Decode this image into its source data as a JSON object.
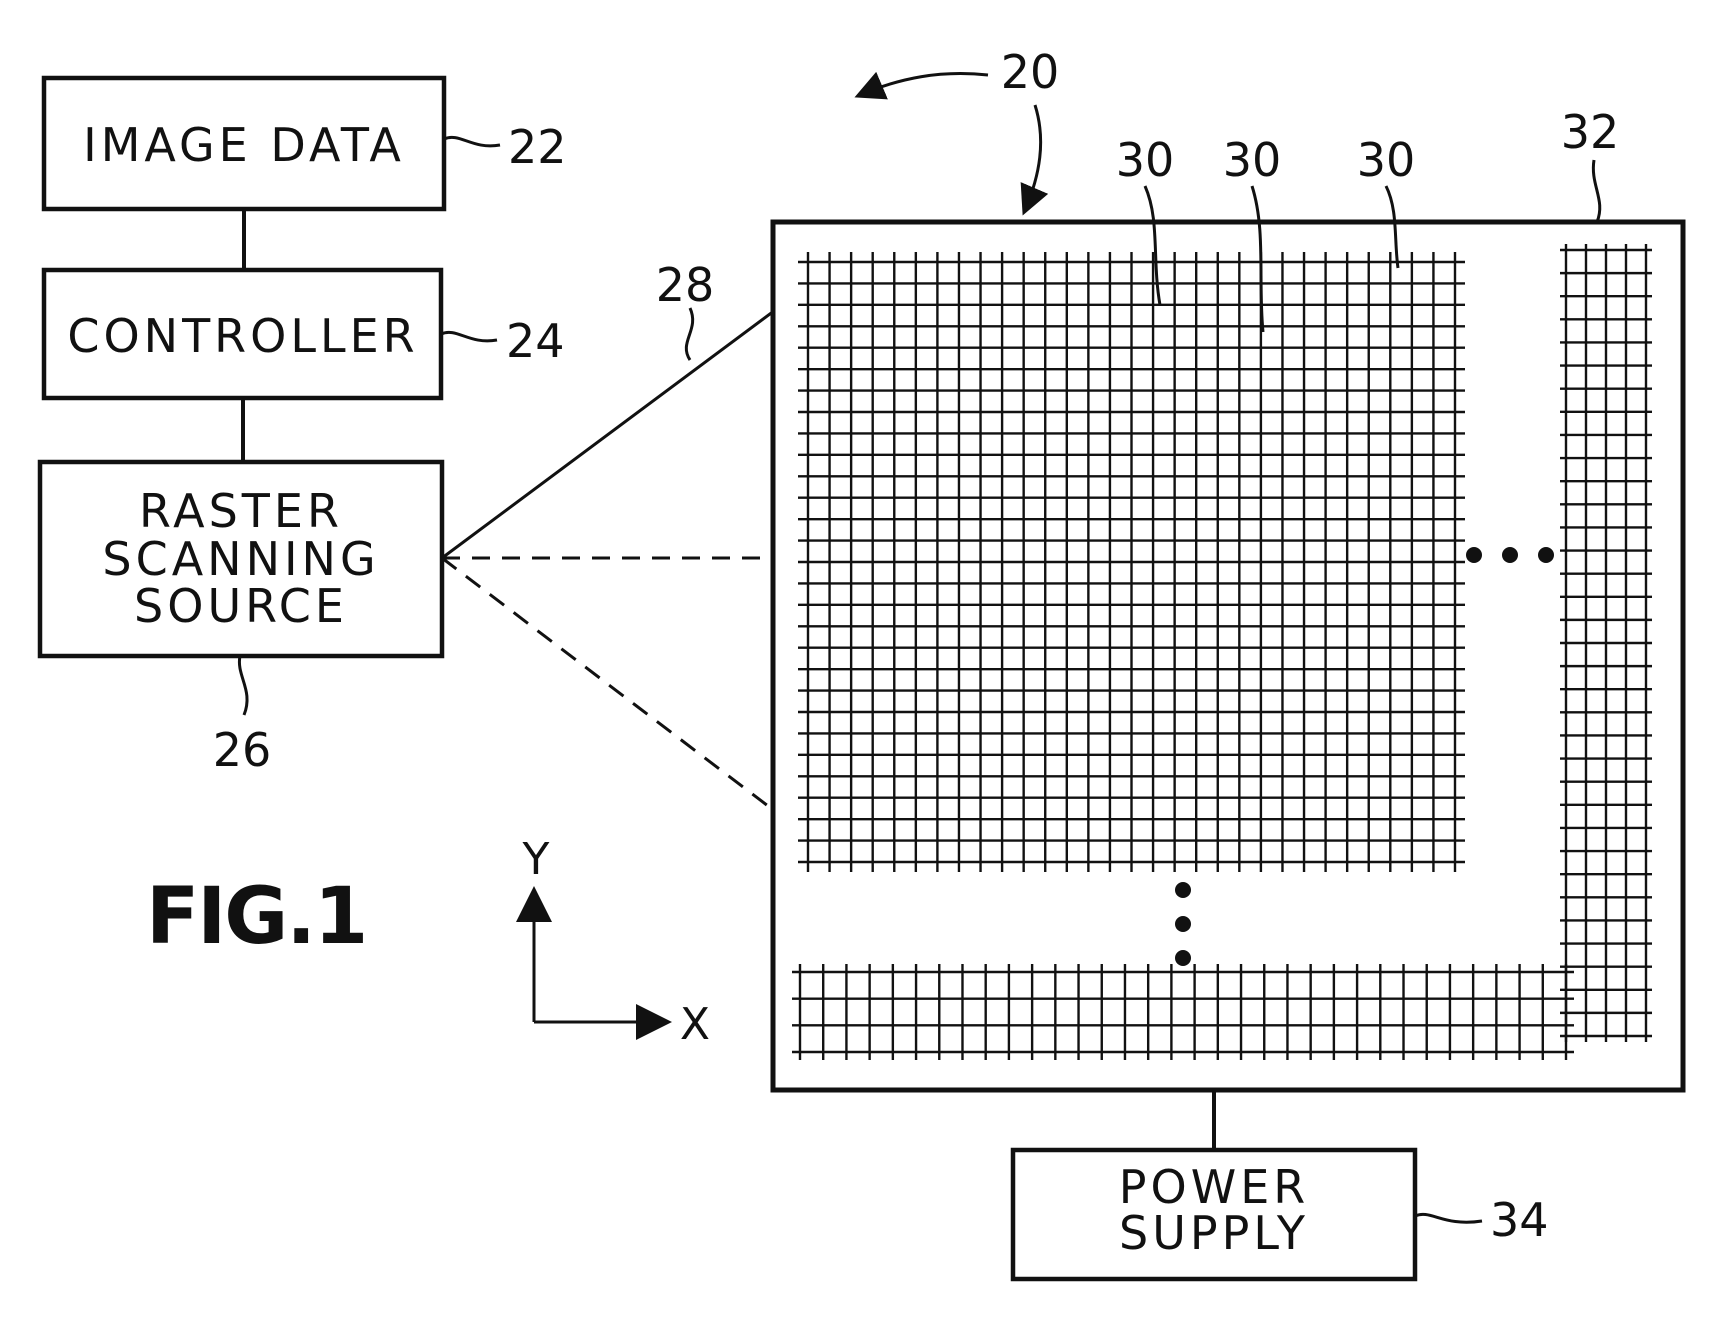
{
  "figure_label": "FIG.1",
  "blocks": {
    "image_data": {
      "label": "IMAGE DATA",
      "ref": "22"
    },
    "controller": {
      "label": "CONTROLLER",
      "ref": "24"
    },
    "raster_source": {
      "lines": [
        "RASTER",
        "SCANNING",
        "SOURCE"
      ],
      "ref": "26"
    },
    "power_supply": {
      "lines": [
        "POWER",
        "SUPPLY"
      ],
      "ref": "34"
    }
  },
  "display": {
    "ref": "20",
    "panel_ref": "32",
    "pixel_refs": [
      "30",
      "30",
      "30"
    ],
    "beam_ref": "28"
  },
  "axes": {
    "x_label": "X",
    "y_label": "Y"
  },
  "colors": {
    "ink": "#111111",
    "background": "#ffffff"
  }
}
